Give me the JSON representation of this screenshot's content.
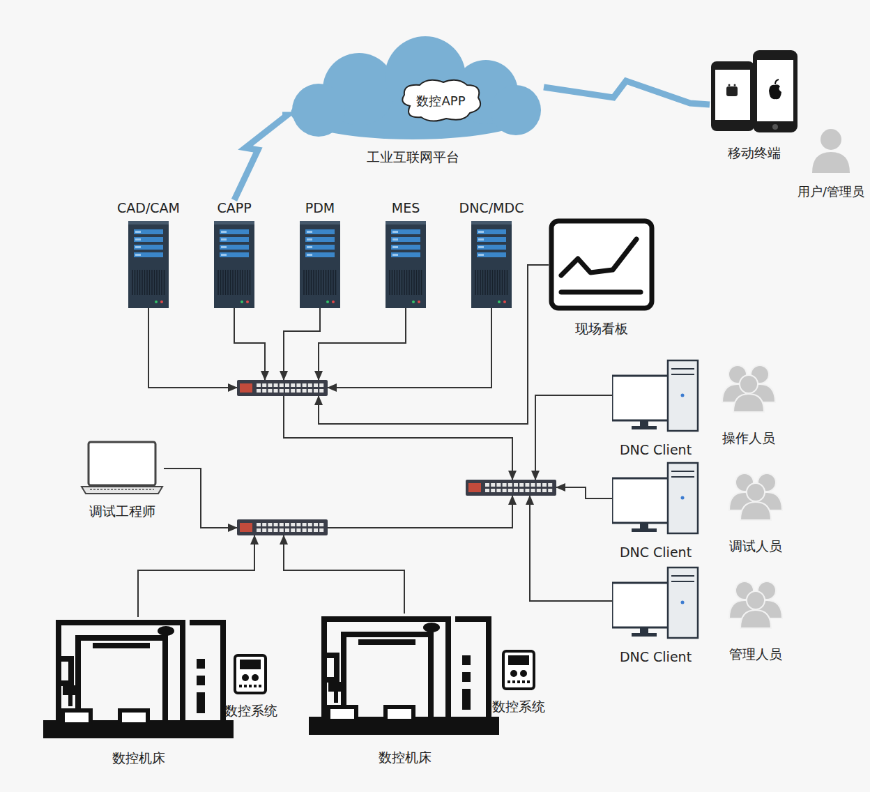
{
  "diagram": {
    "nodes": [
      {
        "text": [
          "工业互联网平台"
        ]
      },
      {
        "text": [
          "数控APP"
        ],
        "in": 0
      },
      {
        "text": [
          "移动终端"
        ]
      },
      {
        "text": [
          "用户/管理员"
        ]
      },
      {
        "text": [
          "CAD/CAM"
        ]
      },
      {
        "text": [
          "CAPP"
        ]
      },
      {
        "text": [
          "PDM"
        ]
      },
      {
        "text": [
          "MES"
        ]
      },
      {
        "text": [
          "DNC/MDC"
        ]
      },
      {
        "text": [
          "现场看板"
        ]
      },
      {
        "text": []
      },
      {
        "text": [
          "DNC Client"
        ]
      },
      {
        "text": [
          "操作人员"
        ]
      },
      {
        "text": [
          "调试工程师"
        ]
      },
      {
        "text": []
      },
      {
        "text": [
          "DNC Client"
        ]
      },
      {
        "text": [
          "调试人员"
        ]
      },
      {
        "text": []
      },
      {
        "text": [
          "DNC Client"
        ]
      },
      {
        "text": [
          "管理人员"
        ]
      },
      {
        "text": [
          "数控机床"
        ]
      },
      {
        "text": [
          "数控系统"
        ]
      },
      {
        "text": [
          "数控机床"
        ]
      },
      {
        "text": [
          "数控系统"
        ]
      }
    ],
    "edges": [
      {
        "from": 5,
        "to": 0,
        "arrow": "none"
      },
      {
        "from": 0,
        "to": 2,
        "arrow": "none"
      },
      {
        "from": 4,
        "to": 10,
        "arrow": "to"
      },
      {
        "from": 5,
        "to": 10,
        "arrow": "to"
      },
      {
        "from": 6,
        "to": 10,
        "arrow": "to"
      },
      {
        "from": 7,
        "to": 10,
        "arrow": "to"
      },
      {
        "from": 8,
        "to": 10,
        "arrow": "to"
      },
      {
        "from": 9,
        "to": 10,
        "arrow": "to"
      },
      {
        "from": 10,
        "to": 14,
        "arrow": "to"
      },
      {
        "from": 11,
        "to": 14,
        "arrow": "to"
      },
      {
        "from": 15,
        "to": 14,
        "arrow": "to"
      },
      {
        "from": 18,
        "to": 14,
        "arrow": "to"
      },
      {
        "from": 13,
        "to": 17,
        "arrow": "to"
      },
      {
        "from": 17,
        "to": 14,
        "arrow": "to"
      },
      {
        "from": 20,
        "to": 17,
        "arrow": "to"
      },
      {
        "from": 22,
        "to": 17,
        "arrow": "to"
      }
    ]
  }
}
